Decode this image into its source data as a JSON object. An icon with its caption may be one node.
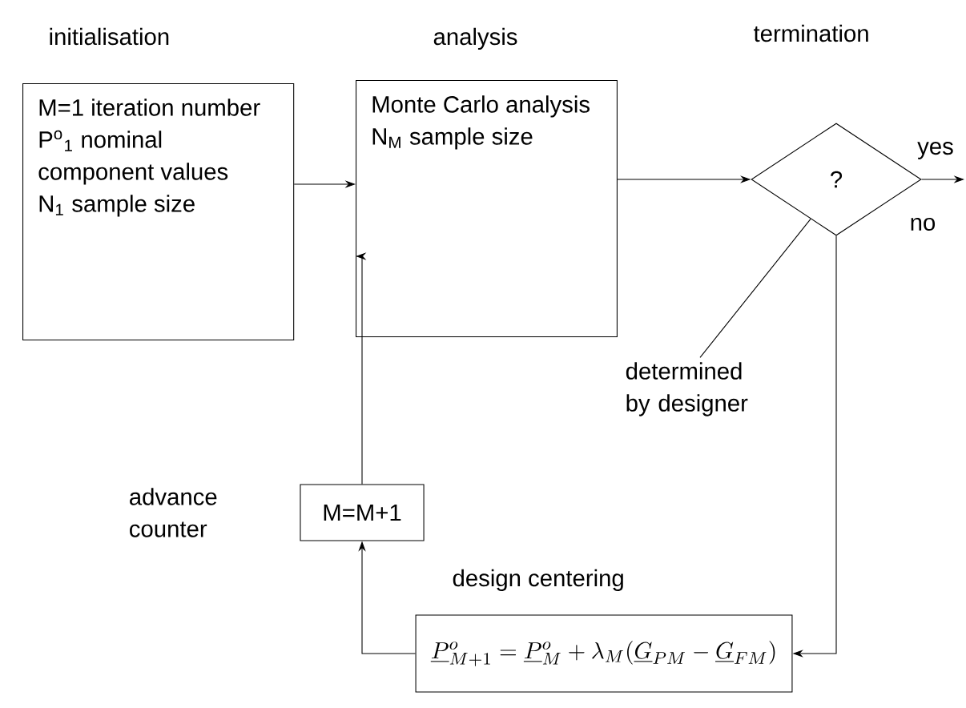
{
  "diagram": {
    "nodes": [
      {
        "text": [
          "initialisation",
          "M=1 iteration number",
          "P$^{o}$$_{1}$ nominal component values",
          "N$_{1}$ sample size"
        ]
      },
      {
        "text": [
          "analysis",
          "Monte Carlo analysis",
          "N$_{M}$ sample size"
        ]
      },
      {
        "text": [
          "termination",
          "?"
        ]
      },
      {
        "text": [
          "determined by designer"
        ]
      },
      {
        "text": [
          "M=M+1"
        ],
        "beside": [
          "advance counter"
        ]
      },
      {
        "text": [
          "design centering",
          "\\underline{P}^{o}_{M+1}=\\underline{P}^{o}_{M}+\\lambda_{M}(\\underline{G}_{PM}-\\underline{G}_{FM})"
        ]
      }
    ],
    "edges": [
      {
        "from": 0,
        "to": 1,
        "arrow": "to"
      },
      {
        "from": 1,
        "to": 2,
        "arrow": "to"
      },
      {
        "from": 2,
        "to": null,
        "arrow": "to",
        "label": "yes"
      },
      {
        "from": 2,
        "to": 5,
        "arrow": "to",
        "label": "no"
      },
      {
        "from": 5,
        "to": 4,
        "arrow": "to"
      },
      {
        "from": 4,
        "to": 1,
        "arrow": "to"
      },
      {
        "from": 3,
        "to": 2,
        "arrow": "none"
      }
    ]
  }
}
